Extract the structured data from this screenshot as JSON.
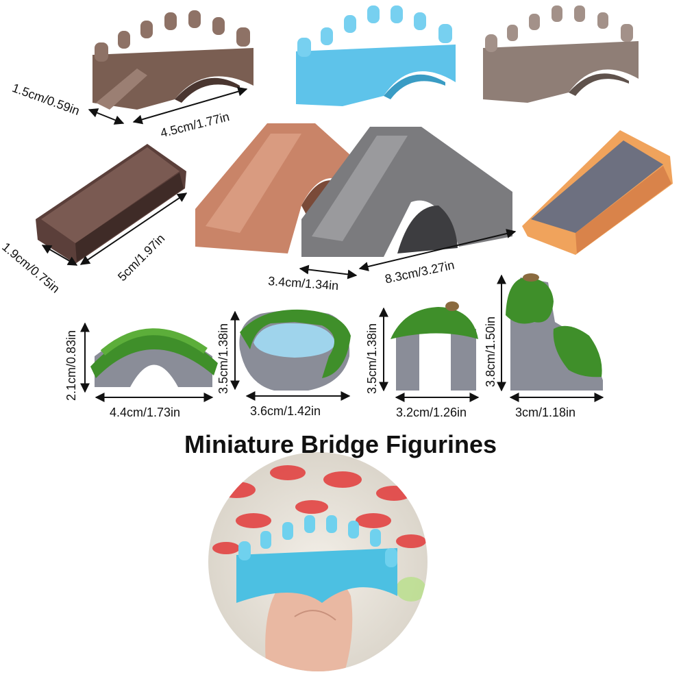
{
  "title": "Miniature Bridge Figurines",
  "dimensions": {
    "d1_depth": "1.5cm/0.59in",
    "d1_width": "4.5cm/1.77in",
    "d2_depth": "1.9cm/0.75in",
    "d2_width": "5cm/1.97in",
    "d3_depth": "3.4cm/1.34in",
    "d3_width": "8.3cm/3.27in",
    "d4_height": "2.1cm/0.83in",
    "d4_width": "4.4cm/1.73in",
    "d5_height": "3.5cm/1.38in",
    "d5_width": "3.6cm/1.42in",
    "d6_height": "3.5cm/1.38in",
    "d6_width": "3.2cm/1.26in",
    "d7_height": "3.8cm/1.50in",
    "d7_width": "3cm/1.18in"
  },
  "colors": {
    "brown": "#7a5e52",
    "blue": "#5ec3ea",
    "taupe": "#8f7e76",
    "dark-brown": "#5b3f3a",
    "terracotta": "#c98468",
    "gray": "#7b7b7e",
    "orange": "#f0a35c",
    "moss": "#3f8f2a",
    "stone": "#8a8d98"
  }
}
